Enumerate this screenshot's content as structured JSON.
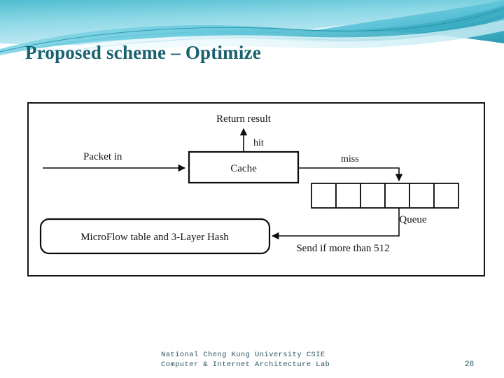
{
  "slide": {
    "title": "Proposed scheme – Optimize",
    "title_color": "#19616e",
    "background_color": "#ffffff"
  },
  "banner": {
    "name": "decorative-wave-banner",
    "colors": {
      "teal_dark": "#2aa8bd",
      "teal_mid": "#65c9dc",
      "cyan_light": "#a9e4ef",
      "cyan_pale": "#d9f3f8",
      "accent_stroke": "#1d8b9e"
    }
  },
  "diagram": {
    "name": "proposed-scheme-flow-diagram",
    "frame_border_color": "#151515",
    "nodes": {
      "cache": {
        "label": "Cache",
        "shape": "rectangle"
      },
      "microflow": {
        "label": "MicroFlow table and 3-Layer Hash",
        "shape": "rounded-rectangle"
      },
      "queue": {
        "label": "Queue",
        "shape": "cell-array",
        "cell_count": 6
      }
    },
    "edges": {
      "packet_in": "Packet in",
      "return_result": "Return result",
      "hit": "hit",
      "miss": "miss",
      "send_threshold": "Send if more than 512"
    }
  },
  "footer": {
    "line1": "National Cheng Kung University CSIE",
    "line2": "Computer & Internet Architecture Lab",
    "page_number": "28",
    "color": "#2b5661"
  }
}
